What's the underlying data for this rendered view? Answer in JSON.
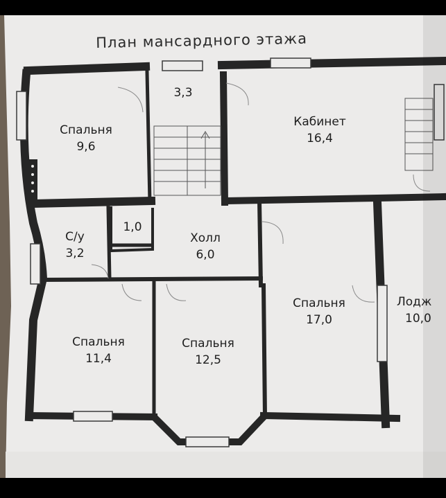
{
  "plan": {
    "title": "План мансардного этажа",
    "rooms": [
      {
        "name": "Спальня",
        "area": "9,6"
      },
      {
        "name": "",
        "area": "3,3"
      },
      {
        "name": "Кабинет",
        "area": "16,4"
      },
      {
        "name": "С/у",
        "area": "3,2"
      },
      {
        "name": "",
        "area": "1,0"
      },
      {
        "name": "Холл",
        "area": "6,0"
      },
      {
        "name": "Спальня",
        "area": "17,0"
      },
      {
        "name": "Лодж",
        "area": "10,0"
      },
      {
        "name": "Спальня",
        "area": "11,4"
      },
      {
        "name": "Спальня",
        "area": "12,5"
      }
    ]
  },
  "colors": {
    "paper": "#ecebea",
    "wall": "#262626",
    "table": "#6e6255"
  }
}
